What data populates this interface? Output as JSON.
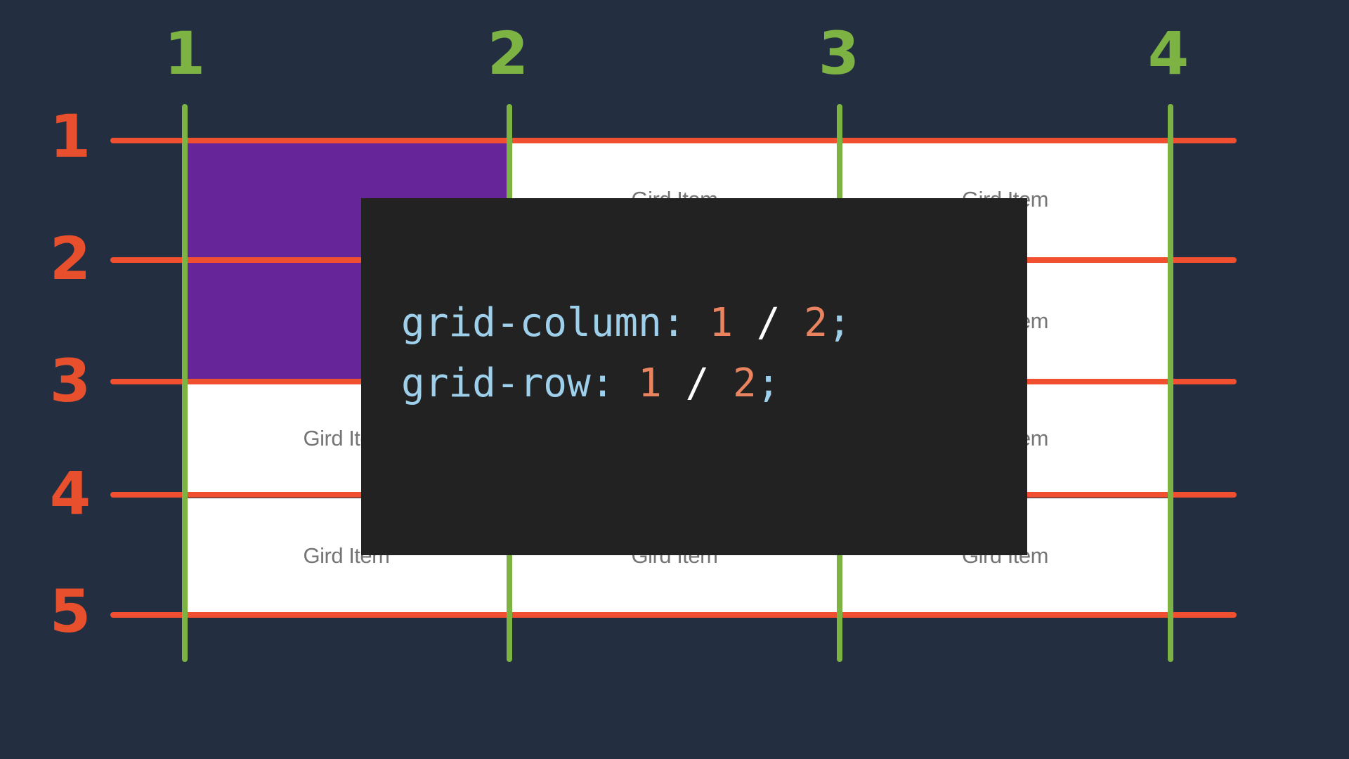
{
  "colors": {
    "background": "#232f40",
    "row_line": "#f0502f",
    "column_line": "#7cb343",
    "row_number": "#e84f2c",
    "column_number": "#7cb343",
    "cell": "#ffffff",
    "highlight_cell": "#67259a",
    "cell_text": "#757575",
    "code_background": "#222222",
    "code_property": "#9ed0ec",
    "code_punctuation": "#ffffff",
    "code_number": "#ea8460"
  },
  "column_lines": [
    "1",
    "2",
    "3",
    "4"
  ],
  "row_lines": [
    "1",
    "2",
    "3",
    "4",
    "5"
  ],
  "grid_item_label": "Gird Item",
  "highlighted_cell": {
    "column": 1,
    "row_span": [
      1,
      3
    ]
  },
  "code": [
    {
      "property": "grid-column",
      "colon": ": ",
      "start": "1",
      "slash": " / ",
      "end": "2",
      "semicolon": ";"
    },
    {
      "property": "grid-row",
      "colon": ": ",
      "start": "1",
      "slash": " / ",
      "end": "2",
      "semicolon": ";"
    }
  ]
}
